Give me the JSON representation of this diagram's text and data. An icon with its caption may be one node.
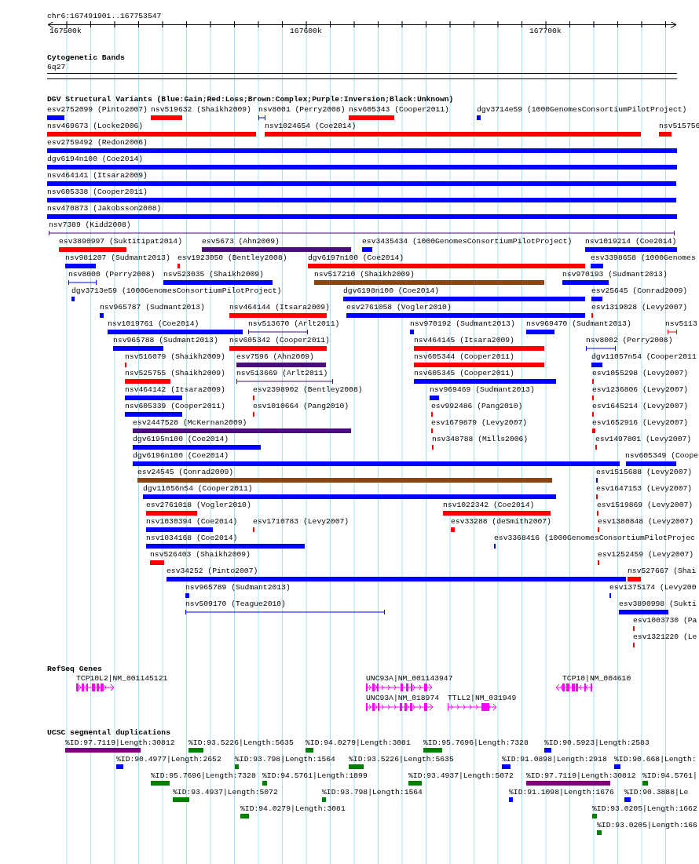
{
  "diagram": {
    "labels": [
      "chr6:167491901..167753547",
      "167500k",
      "167600k",
      "167700k",
      "Cytogenetic Bands",
      "6q27",
      "DGV Structural Variants (Blue:Gain;Red:Loss;Brown:Complex;Purple:Inversion;Black:Unknown)",
      "esv2752099 (Pinto2007)",
      "nsv519632 (Shaikh2009)",
      "nsv8001 (Perry2008)",
      "nsv605343 (Cooper2011)",
      "dgv3714e59 (1000GenomesConsortiumPilotProject)",
      "nsv469673 (Locke2006)",
      "nsv1024654 (Coe2014)",
      "nsv515756",
      "esv2759492 (Redon2006)",
      "dgv6194n100 (Coe2014)",
      "nsv464141 (Itsara2009)",
      "nsv605338 (Cooper2011)",
      "nsv470873 (Jakobsson2008)",
      "nsv7389 (Kidd2008)",
      "esv3890997 (Suktitipat2014)",
      "esv5673 (Ahn2009)",
      "esv3435434 (1000GenomesConsortiumPilotProject)",
      "nsv1019214 (Coe2014)",
      "nsv981207 (Sudmant2013)",
      "esv1923050 (Bentley2008)",
      "dgv6197n100 (Coe2014)",
      "esv3398658 (1000Genomes",
      "nsv8000 (Perry2008)",
      "nsv523035 (Shaikh2009)",
      "nsv517210 (Shaikh2009)",
      "nsv970193 (Sudmant2013)",
      "dgv3713e59 (1000GenomesConsortiumPilotProject)",
      "dgv6198n100 (Coe2014)",
      "esv25645 (Conrad2009)",
      "nsv965787 (Sudmant2013)",
      "nsv464144 (Itsara2009)",
      "esv2761058 (Vogler2010)",
      "esv1319028 (Levy2007)",
      "nsv1019761 (Coe2014)",
      "nsv513670 (Arlt2011)",
      "nsv970192 (Sudmant2013)",
      "nsv969470 (Sudmant2013)",
      "nsv5113",
      "nsv965788 (Sudmant2013)",
      "nsv605342 (Cooper2011)",
      "nsv464145 (Itsara2009)",
      "nsv8002 (Perry2008)",
      "nsv516079 (Shaikh2009)",
      "esv7596 (Ahn2009)",
      "nsv605344 (Cooper2011)",
      "dgv11057n54 (Cooper2011",
      "nsv525755 (Shaikh2009)",
      "nsv513669 (Arlt2011)",
      "nsv605345 (Cooper2011)",
      "esv1055298 (Levy2007)",
      "nsv464142 (Itsara2009)",
      "esv2398902 (Bentley2008)",
      "nsv969469 (Sudmant2013)",
      "esv1236806 (Levy2007)",
      "nsv605339 (Cooper2011)",
      "esv1010664 (Pang2010)",
      "esv992486 (Pang2010)",
      "esv1645214 (Levy2007)",
      "esv2447528 (McKernan2009)",
      "esv1679879 (Levy2007)",
      "esv1652916 (Levy2007)",
      "dgv6195n100 (Coe2014)",
      "nsv348788 (Mills2006)",
      "esv1497801 (Levy2007)",
      "dgv6196n100 (Coe2014)",
      "nsv605349 (Coope",
      "esv24545 (Conrad2009)",
      "esv1515688 (Levy2007)",
      "dgv11056n54 (Cooper2011)",
      "esv1647153 (Levy2007)",
      "esv2761018 (Vogler2010)",
      "nsv1022342 (Coe2014)",
      "esv1519869 (Levy2007)",
      "nsv1030394 (Coe2014)",
      "esv1710783 (Levy2007)",
      "esv33288 (deSmith2007)",
      "esv1380848 (Levy2007)",
      "nsv1034168 (Coe2014)",
      "esv3368416 (1000GenomesConsortiumPilotProjec",
      "nsv526403 (Shaikh2009)",
      "esv1252459 (Levy2007)",
      "esv34252 (Pinto2007)",
      "nsv527667 (Shai",
      "nsv965789 (Sudmant2013)",
      "esv1375174 (Levy200",
      "nsv509170 (Teague2010)",
      "esv3890998 (Sukti",
      "esv1003730 (Pa",
      "esv1321220 (Le",
      "RefSeq Genes",
      "TCP10L2|NM_001145121",
      "UNC93A|NM_001143947",
      "TCP10|NM_004610",
      "UNC93A|NM_018974",
      "TTLL2|NM_031949",
      "UCSC segmental duplications",
      "%ID:97.7119|Length:30812",
      "%ID:93.5226|Length:5635",
      "%ID:94.0279|Length:3081",
      "%ID:95.7696|Length:7328",
      "%ID:90.5923|Length:2583",
      "%ID:90.4977|Length:2652",
      "%ID:93.798|Length:1564",
      "%ID:93.5226|Length:5635",
      "%ID:91.0898|Length:2918",
      "%ID:90.668|Length:",
      "%ID:95.7696|Length:7328",
      "%ID:94.5761|Length:1899",
      "%ID:93.4937|Length:5072",
      "%ID:97.7119|Length:30812",
      "%ID:94.5761|",
      "%ID:93.4937|Length:5072",
      "%ID:93.798|Length:1564",
      "%ID:91.1098|Length:1676",
      "%ID:90.3888|Le",
      "%ID:94.0279|Length:3081",
      "%ID:93.0205|Length:1662",
      "%ID:93.0205|Length:166"
    ]
  }
}
